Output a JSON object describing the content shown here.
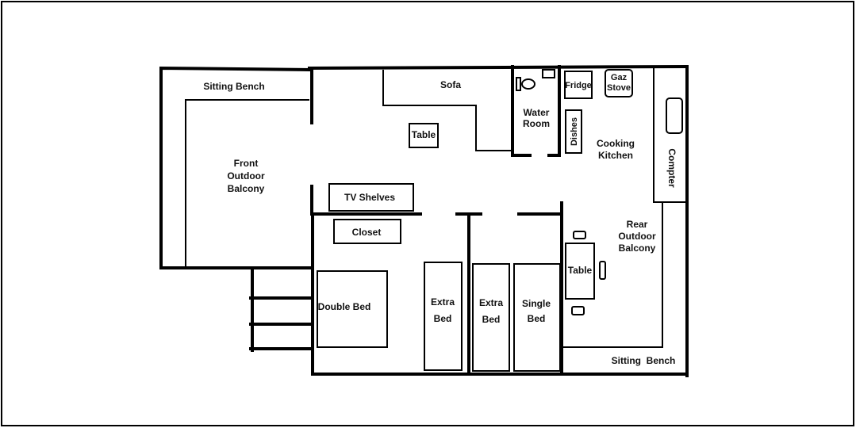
{
  "colors": {
    "line": "#000000",
    "background": "#ffffff"
  },
  "labels": {
    "sitting_bench_front": "Sitting Bench",
    "sofa": "Sofa",
    "table_living": "Table",
    "front_balcony": [
      "Front",
      "Outdoor",
      "Balcony"
    ],
    "water_room": [
      "Water",
      "Room"
    ],
    "fridge": "Fridge",
    "gaz_stove": [
      "Gaz",
      "Stove"
    ],
    "dishes": "Dishes",
    "cooking_kitchen": [
      "Cooking",
      "Kitchen"
    ],
    "compter": "Compter",
    "tv_shelves": "TV Shelves",
    "closet": "Closet",
    "rear_balcony": [
      "Rear",
      "Outdoor",
      "Balcony"
    ],
    "table_rear": "Table",
    "double_bed": "Double Bed",
    "extra_bed_1": [
      "Extra",
      "Bed"
    ],
    "extra_bed_2": [
      "Extra",
      "Bed"
    ],
    "single_bed": [
      "Single",
      "Bed"
    ],
    "sitting_bench_rear": "Sitting  Bench"
  }
}
